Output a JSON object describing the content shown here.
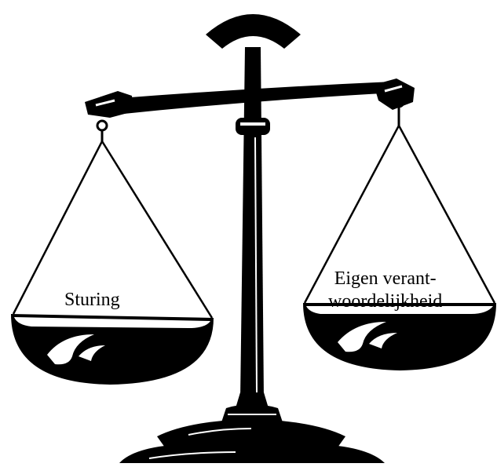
{
  "diagram": {
    "left_pan_label": "Sturing",
    "right_pan_label_line1": "Eigen verant-",
    "right_pan_label_line2": "woordelijkheid",
    "ink_color": "#000000",
    "background_color": "#ffffff"
  }
}
